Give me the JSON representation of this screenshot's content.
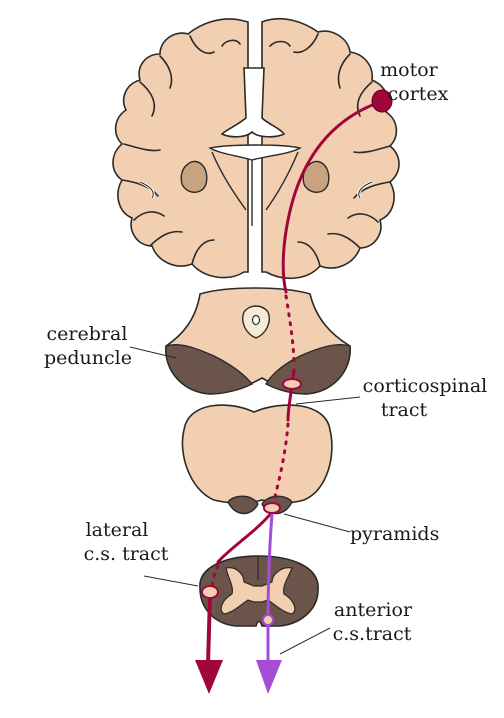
{
  "labels": {
    "motor_cortex": [
      "motor",
      "cortex"
    ],
    "cerebral_peduncle": [
      "cerebral",
      "peduncle"
    ],
    "corticospinal_tract": [
      "corticospinal",
      "tract"
    ],
    "pyramids": "pyramids",
    "lateral_cs_tract": [
      "lateral",
      "c.s. tract"
    ],
    "anterior_cs_tract": [
      "anterior",
      "c.s.tract"
    ]
  },
  "colors": {
    "tissue": "#f2cfb0",
    "tissue_dark": "#6b5449",
    "outline": "#2a2a2a",
    "thalamus": "#c9a37f",
    "lateral_tract": "#a0063a",
    "anterior_tract": "#a64dd8",
    "background": "#ffffff"
  }
}
